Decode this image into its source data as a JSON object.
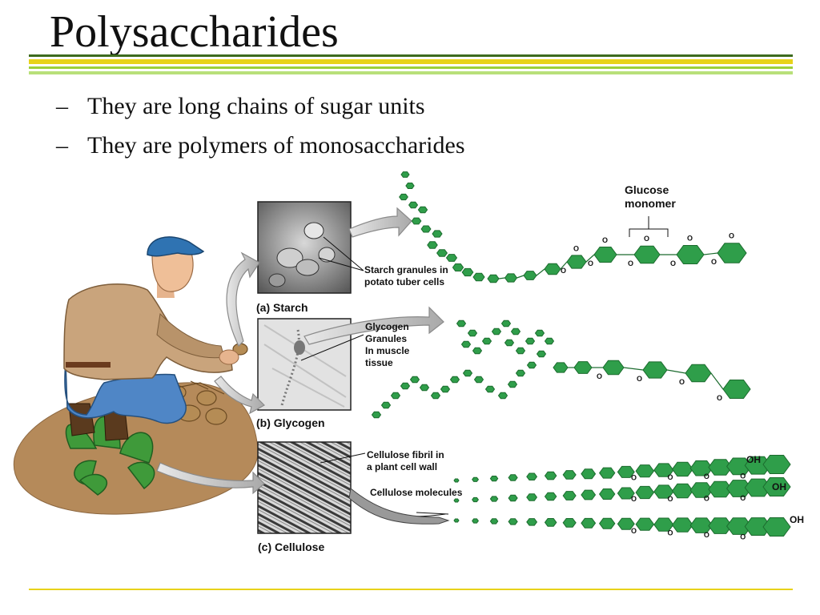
{
  "slide": {
    "title": "Polysaccharides",
    "bullets": [
      {
        "dash": "–",
        "text": "They are long chains of sugar units"
      },
      {
        "dash": "–",
        "text": "They are polymers of monosaccharides"
      }
    ],
    "accent_colors": {
      "rule_dark": "#3d6b1e",
      "rule_yellow": "#e8d21a",
      "rule_light": "#9ccf3a",
      "glucose_ring": "#2f9e4a",
      "glucose_outline": "#1c6b2e"
    }
  },
  "figure": {
    "glucose_label_1": "Glucose",
    "glucose_label_2": "monomer",
    "starch_callout_1": "Starch granules in",
    "starch_callout_2": "potato tuber cells",
    "starch_caption": "(a) Starch",
    "glycogen_callout_1": "Glycogen",
    "glycogen_callout_2": "Granules",
    "glycogen_callout_3": "In muscle",
    "glycogen_callout_4": "tissue",
    "glycogen_caption": "(b) Glycogen",
    "cellulose_callout_1": "Cellulose fibril in",
    "cellulose_callout_2": "a plant cell wall",
    "cellulose_molecules": "Cellulose molecules",
    "cellulose_caption": "(c) Cellulose",
    "oxygen": "O",
    "hydroxyl": "OH"
  }
}
